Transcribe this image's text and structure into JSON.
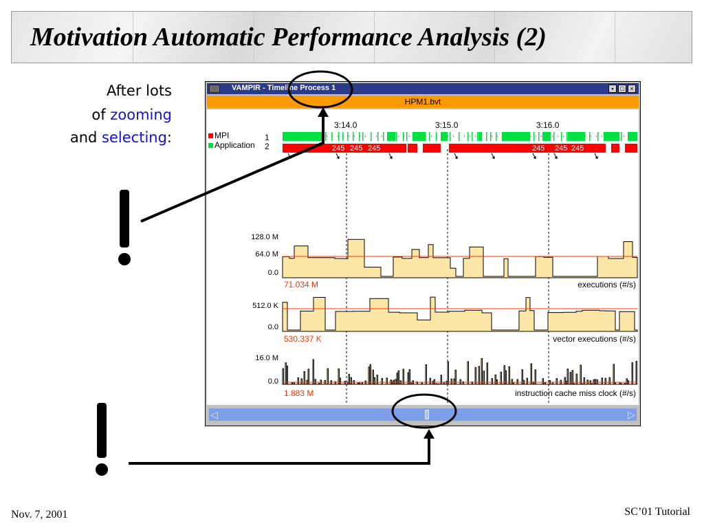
{
  "slide": {
    "title": "Motivation Automatic Performance Analysis (2)",
    "caption": {
      "line1": "After lots",
      "line2_prefix": "of ",
      "line2_highlight": "zooming",
      "line3_prefix": "and ",
      "line3_highlight": "selecting",
      "line3_suffix": ":"
    },
    "footer_left": "Nov. 7, 2001",
    "footer_right": "SC’01 Tutorial",
    "highlight_color": "#1010e0",
    "annotation_color": "#000000"
  },
  "window": {
    "title": "VAMPIR - Timeline Process 1",
    "file": "HPM1.bvt",
    "titlebar_color": "#2c3a8a",
    "filebar_color": "#ff9900",
    "buttons": [
      "minimize",
      "maximize",
      "close"
    ]
  },
  "timeline": {
    "time_ticks": [
      "3:14.0",
      "3:15.0",
      "3:16.0"
    ],
    "legend": [
      {
        "label": "MPI",
        "color": "#ff0000"
      },
      {
        "label": "Application",
        "color": "#00e040"
      }
    ],
    "process_numbers": [
      "1",
      "2"
    ],
    "bar_labels_left": [
      "245",
      "245",
      "245"
    ],
    "bar_labels_right": [
      "245",
      "245",
      "245"
    ],
    "mpi_color": "#ff0000",
    "app_color": "#00e040"
  },
  "chart_data": [
    {
      "type": "area",
      "metric": "executions (#/s)",
      "current": "71.034 M",
      "y_ticks": [
        "128.0 M",
        "64.0 M",
        "0.0"
      ]
    },
    {
      "type": "area",
      "metric": "vector executions (#/s)",
      "current": "530.337 K",
      "y_ticks": [
        "512.0 K",
        "0.0"
      ]
    },
    {
      "type": "area",
      "metric": "instruction cache miss clock (#/s)",
      "current": "1.883 M",
      "y_ticks": [
        "16.0 M",
        "0.0"
      ]
    }
  ],
  "chart_colors": {
    "fill": "#fbe6a6",
    "line": "#000000",
    "average": "#ff3300",
    "current_text": "#ff3300"
  }
}
